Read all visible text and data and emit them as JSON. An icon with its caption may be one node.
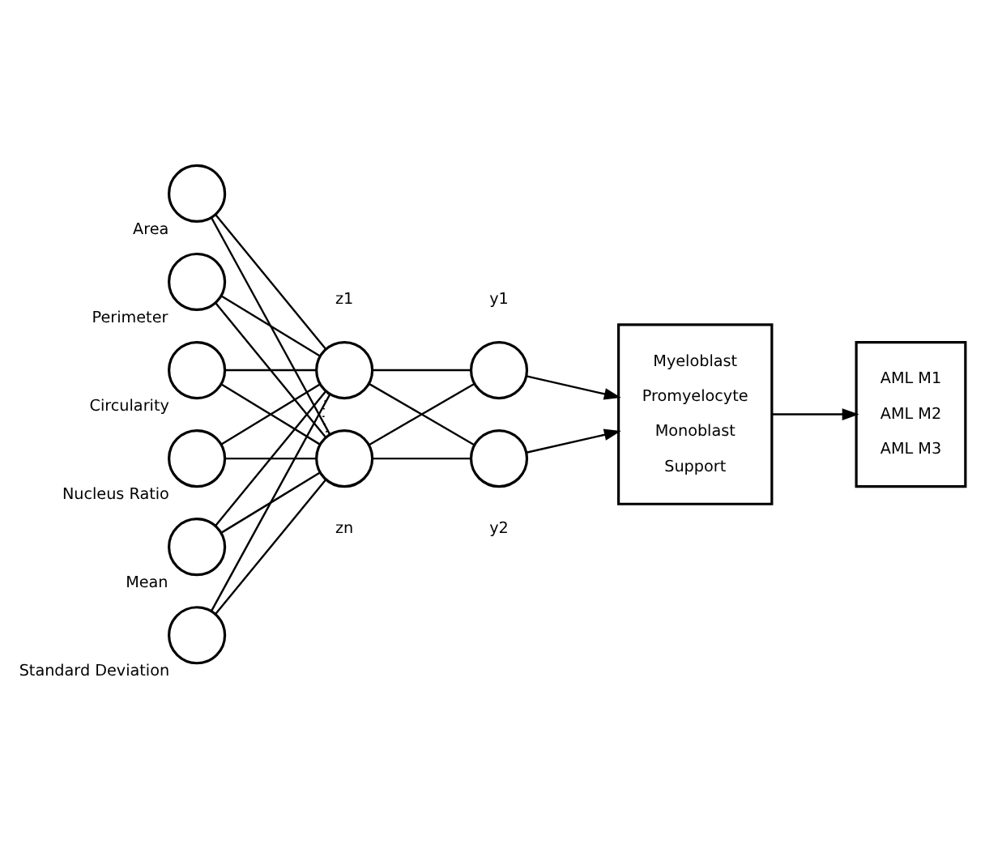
{
  "diagram": {
    "nodes": [
      {
        "text": [],
        "shape": "circle",
        "beside": [
          "Area"
        ]
      },
      {
        "text": [],
        "shape": "circle",
        "beside": [
          "Perimeter"
        ]
      },
      {
        "text": [],
        "shape": "circle",
        "beside": [
          "Circularity"
        ]
      },
      {
        "text": [],
        "shape": "circle",
        "beside": [
          "Nucleus Ratio"
        ]
      },
      {
        "text": [],
        "shape": "circle",
        "beside": [
          "Mean"
        ]
      },
      {
        "text": [],
        "shape": "circle",
        "beside": [
          "Standard Deviation"
        ]
      },
      {
        "text": [],
        "shape": "circle",
        "beside": [
          "z1"
        ]
      },
      {
        "text": [],
        "shape": "circle",
        "beside": [
          "zn"
        ]
      },
      {
        "text": [],
        "shape": "circle",
        "beside": [
          "y1"
        ]
      },
      {
        "text": [],
        "shape": "circle",
        "beside": [
          "y2"
        ]
      },
      {
        "text": [
          "Myeloblast",
          "Promyelocyte",
          "Monoblast",
          "Support"
        ]
      },
      {
        "text": [
          "AML M1",
          "AML M2",
          "AML M3"
        ]
      }
    ],
    "edges": [
      {
        "from": 0,
        "to": 6,
        "arrow": "none"
      },
      {
        "from": 0,
        "to": 7,
        "arrow": "none"
      },
      {
        "from": 1,
        "to": 6,
        "arrow": "none"
      },
      {
        "from": 1,
        "to": 7,
        "arrow": "none"
      },
      {
        "from": 2,
        "to": 6,
        "arrow": "none"
      },
      {
        "from": 2,
        "to": 7,
        "arrow": "none"
      },
      {
        "from": 3,
        "to": 6,
        "arrow": "none"
      },
      {
        "from": 3,
        "to": 7,
        "arrow": "none"
      },
      {
        "from": 4,
        "to": 6,
        "arrow": "none"
      },
      {
        "from": 4,
        "to": 7,
        "arrow": "none"
      },
      {
        "from": 5,
        "to": 6,
        "arrow": "none"
      },
      {
        "from": 5,
        "to": 7,
        "arrow": "none"
      },
      {
        "from": 6,
        "to": 7,
        "arrow": "none",
        "style": "dashed"
      },
      {
        "from": 6,
        "to": 8,
        "arrow": "none"
      },
      {
        "from": 6,
        "to": 9,
        "arrow": "none"
      },
      {
        "from": 7,
        "to": 8,
        "arrow": "none"
      },
      {
        "from": 7,
        "to": 9,
        "arrow": "none"
      },
      {
        "from": 8,
        "to": 10,
        "arrow": "to"
      },
      {
        "from": 9,
        "to": 10,
        "arrow": "to"
      },
      {
        "from": 10,
        "to": 11,
        "arrow": "to"
      }
    ]
  }
}
